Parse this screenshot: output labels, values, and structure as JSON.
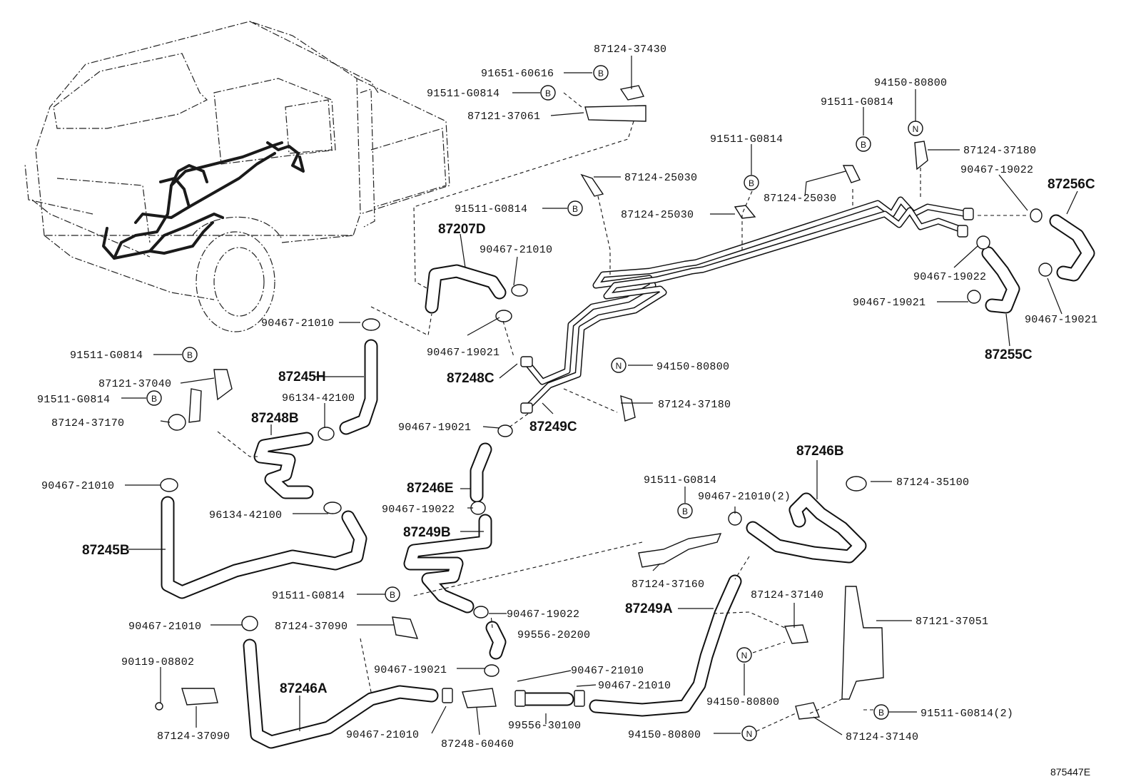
{
  "diagram_code": "875447E",
  "symbols": {
    "bolt": "B",
    "nut": "N"
  },
  "labels": {
    "l87124_37430": "87124-37430",
    "l91651_60616": "91651-60616",
    "l91511_g0814_a": "91511-G0814",
    "l87121_37061": "87121-37061",
    "l87124_25030_a": "87124-25030",
    "l91511_g0814_b": "91511-G0814",
    "l87207d": "87207D",
    "l90467_21010_a": "90467-21010",
    "l90467_21010_b": "90467-21010",
    "l90467_19021_a": "90467-19021",
    "l91511_g0814_c": "91511-G0814",
    "l87124_25030_b": "87124-25030",
    "l87124_25030_c": "87124-25030",
    "l91511_g0814_d": "91511-G0814",
    "l94150_80800_a": "94150-80800",
    "l87124_37180_a": "87124-37180",
    "l90467_19022_a": "90467-19022",
    "l87256c": "87256C",
    "l90467_19022_b": "90467-19022",
    "l90467_19021_b": "90467-19021",
    "l90467_19021_c": "90467-19021",
    "l87255c": "87255C",
    "l91511_g0814_e": "91511-G0814",
    "l87121_37040": "87121-37040",
    "l91511_g0814_f": "91511-G0814",
    "l87124_37170": "87124-37170",
    "l87245h": "87245H",
    "l96134_42100_a": "96134-42100",
    "l87248b": "87248B",
    "l87248c": "87248C",
    "l94150_80800_b": "94150-80800",
    "l87124_37180_b": "87124-37180",
    "l90467_19021_d": "90467-19021",
    "l87249c": "87249C",
    "l90467_21010_c": "90467-21010",
    "l96134_42100_b": "96134-42100",
    "l87245b": "87245B",
    "l87246e": "87246E",
    "l90467_19022_c": "90467-19022",
    "l87249b": "87249B",
    "l91511_g0814_g": "91511-G0814",
    "l90467_21010_2": "90467-21010(2)",
    "l87246b": "87246B",
    "l87124_35100": "87124-35100",
    "l87124_37160": "87124-37160",
    "l91511_g0814_h": "91511-G0814",
    "l90467_21010_d": "90467-21010",
    "l87124_37090_a": "87124-37090",
    "l90467_19022_d": "90467-19022",
    "l99556_20200": "99556-20200",
    "l87249a": "87249A",
    "l87124_37140_a": "87124-37140",
    "l87121_37051": "87121-37051",
    "l90119_08802": "90119-08802",
    "l87246a": "87246A",
    "l90467_19021_e": "90467-19021",
    "l90467_21010_e": "90467-21010",
    "l90467_21010_f": "90467-21010",
    "l94150_80800_c": "94150-80800",
    "l91511_g0814_2": "91511-G0814(2)",
    "l87124_37090_b": "87124-37090",
    "l90467_21010_g": "90467-21010",
    "l87248_60460": "87248-60460",
    "l99556_30100": "99556-30100",
    "l94150_80800_d": "94150-80800",
    "l87124_37140_b": "87124-37140"
  }
}
